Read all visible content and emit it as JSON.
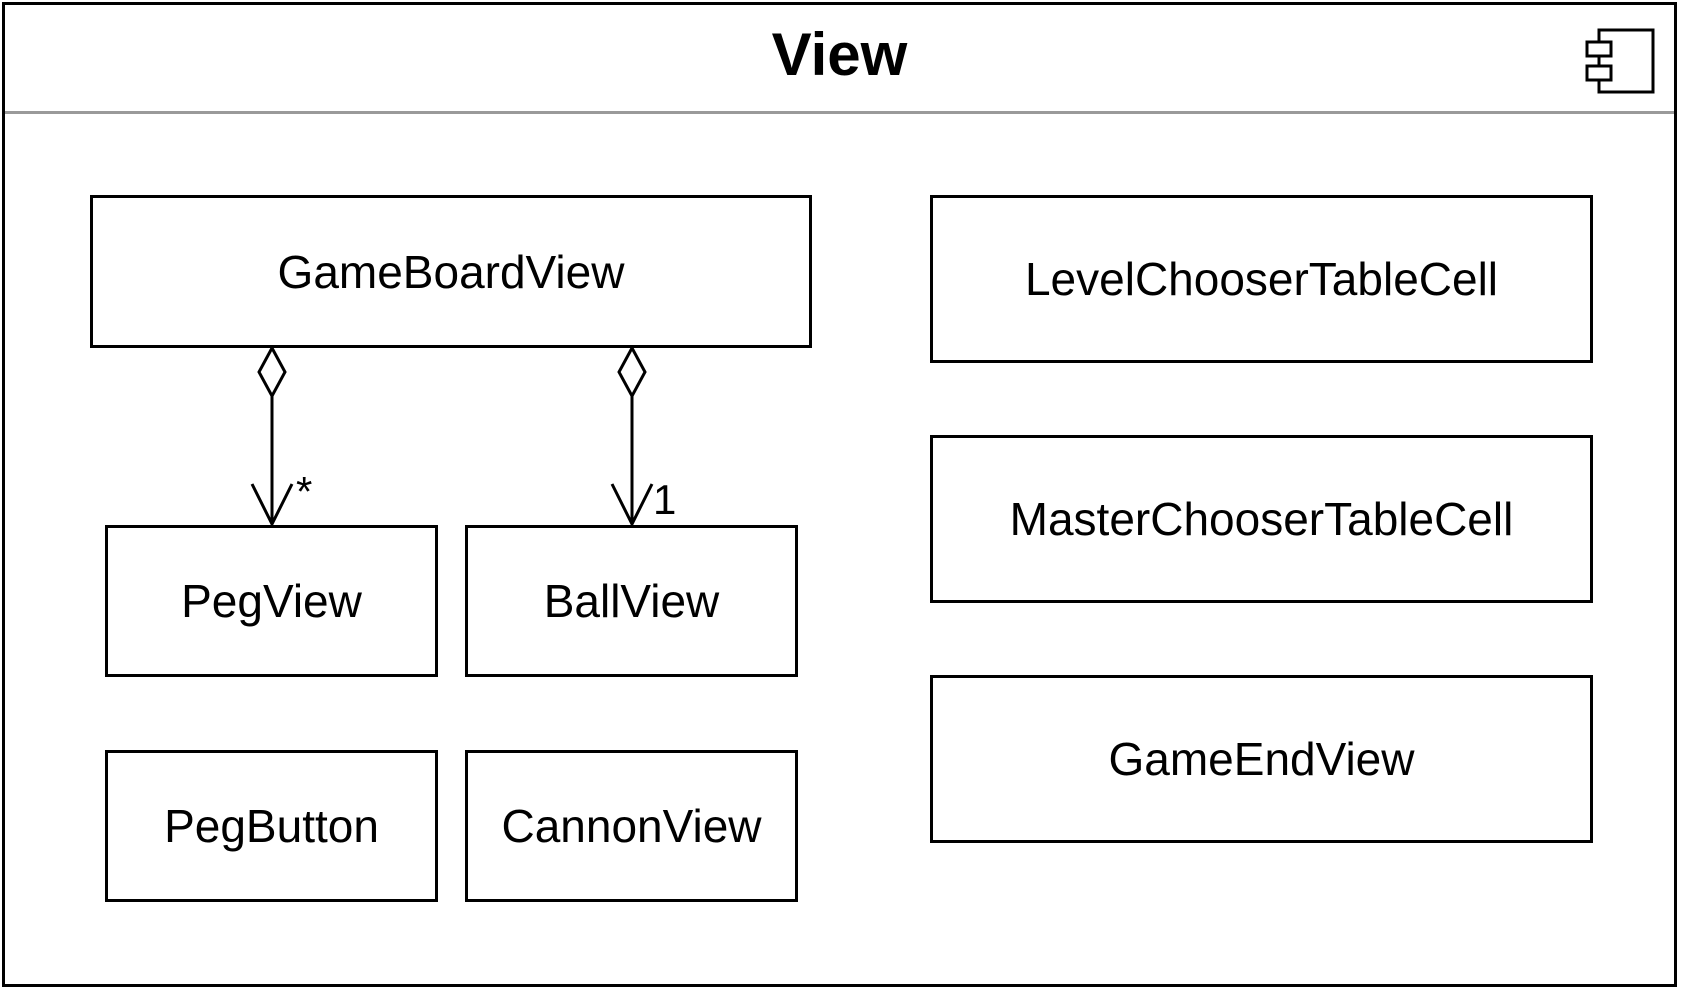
{
  "package": {
    "title": "View",
    "icon": "uml-component-icon"
  },
  "classes": {
    "game_board_view": "GameBoardView",
    "peg_view": "PegView",
    "ball_view": "BallView",
    "peg_button": "PegButton",
    "cannon_view": "CannonView",
    "level_chooser_table_cell": "LevelChooserTableCell",
    "master_chooser_table_cell": "MasterChooserTableCell",
    "game_end_view": "GameEndView"
  },
  "relationships": [
    {
      "type": "aggregation",
      "from": "GameBoardView",
      "to": "PegView",
      "multiplicity": "*"
    },
    {
      "type": "aggregation",
      "from": "GameBoardView",
      "to": "BallView",
      "multiplicity": "1"
    }
  ],
  "colors": {
    "line": "#000000",
    "header_divider": "#9a9a9a",
    "background": "#ffffff"
  }
}
